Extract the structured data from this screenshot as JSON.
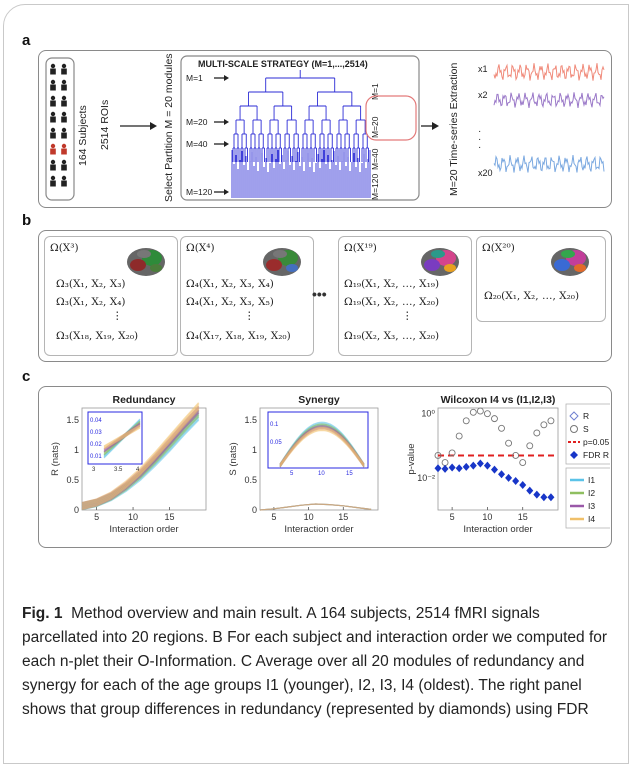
{
  "panel_a": {
    "label": "a",
    "subjects": "164 Subjects",
    "rois": "2514 ROIs",
    "select_partition": "Select Partition M = 20 modules",
    "strategy_title": "MULTI-SCALE STRATEGY  (M=1,...,2514)",
    "left_levels": [
      "M=1",
      "M=20",
      "M=40",
      "M=120"
    ],
    "right_levels": [
      "M=1",
      "M=20",
      "M=40",
      "M=120"
    ],
    "extraction": "M=20 Time-series Extraction",
    "series_labels": [
      "x1",
      "x2",
      "·",
      "·",
      "·",
      "x20"
    ]
  },
  "panel_b": {
    "label": "b",
    "boxes": [
      {
        "title": "Ω(X³)",
        "lines": [
          "Ω₃(X₁, X₂, X₃)",
          "Ω₃(X₁, X₂, X₄)",
          "⋮",
          "Ω₃(X₁₈, X₁₉, X₂₀)"
        ]
      },
      {
        "title": "Ω(X⁴)",
        "lines": [
          "Ω₄(X₁, X₂, X₃, X₄)",
          "Ω₄(X₁, X₂, X₃, X₅)",
          "⋮",
          "Ω₄(X₁₇, X₁₈, X₁₉, X₂₀)"
        ]
      },
      {
        "title": "Ω(X¹⁹)",
        "lines": [
          "Ω₁₉(X₁, X₂, …, X₁₉)",
          "Ω₁₉(X₁, X₂, …, X₂₀)",
          "⋮",
          "Ω₁₉(X₂, X₃, …, X₂₀)"
        ]
      },
      {
        "title": "Ω(X²⁰)",
        "lines": [
          "Ω₂₀(X₁, X₂, …, X₂₀)"
        ]
      }
    ],
    "ellipsis": "•••"
  },
  "panel_c": {
    "label": "c"
  },
  "chart_data": [
    {
      "type": "line",
      "title": "Redundancy",
      "xlabel": "Interaction order",
      "ylabel": "R (nats)",
      "xlim": [
        3,
        20
      ],
      "ylim": [
        0,
        1.7
      ],
      "xticks": [
        "5",
        "10",
        "15"
      ],
      "yticks": [
        "0",
        "0.5",
        "1",
        "1.5"
      ],
      "series": [
        {
          "name": "I1",
          "x": [
            3,
            5,
            7,
            9,
            11,
            13,
            15,
            17,
            19
          ],
          "values": [
            0.01,
            0.06,
            0.16,
            0.31,
            0.5,
            0.73,
            0.98,
            1.25,
            1.5
          ]
        },
        {
          "name": "I2",
          "x": [
            3,
            5,
            7,
            9,
            11,
            13,
            15,
            17,
            19
          ],
          "values": [
            0.012,
            0.065,
            0.17,
            0.33,
            0.53,
            0.77,
            1.03,
            1.3,
            1.56
          ]
        },
        {
          "name": "I3",
          "x": [
            3,
            5,
            7,
            9,
            11,
            13,
            15,
            17,
            19
          ],
          "values": [
            0.013,
            0.07,
            0.18,
            0.35,
            0.56,
            0.81,
            1.08,
            1.36,
            1.62
          ]
        },
        {
          "name": "I4",
          "x": [
            3,
            5,
            7,
            9,
            11,
            13,
            15,
            17,
            19
          ],
          "values": [
            0.014,
            0.075,
            0.19,
            0.37,
            0.59,
            0.85,
            1.13,
            1.41,
            1.68
          ]
        }
      ],
      "inset": {
        "xlim": [
          3,
          4
        ],
        "xticks": [
          "3",
          "3.5",
          "4"
        ],
        "yticks": [
          "0.01",
          "0.02",
          "0.03",
          "0.04"
        ],
        "ylim": [
          0.01,
          0.045
        ]
      }
    },
    {
      "type": "line",
      "title": "Synergy",
      "xlabel": "Interaction order",
      "ylabel": "S (nats)",
      "xlim": [
        3,
        20
      ],
      "ylim": [
        0,
        1.7
      ],
      "xticks": [
        "5",
        "10",
        "15"
      ],
      "yticks": [
        "0",
        "0.5",
        "1",
        "1.5"
      ],
      "series": [
        {
          "name": "I1",
          "x": [
            3,
            5,
            7,
            9,
            11,
            13,
            15,
            17,
            19
          ],
          "values": [
            0.0,
            0.02,
            0.05,
            0.08,
            0.1,
            0.09,
            0.07,
            0.04,
            0.01
          ]
        },
        {
          "name": "I2",
          "x": [
            3,
            5,
            7,
            9,
            11,
            13,
            15,
            17,
            19
          ],
          "values": [
            0.0,
            0.02,
            0.05,
            0.08,
            0.1,
            0.09,
            0.07,
            0.04,
            0.01
          ]
        },
        {
          "name": "I3",
          "x": [
            3,
            5,
            7,
            9,
            11,
            13,
            15,
            17,
            19
          ],
          "values": [
            0.0,
            0.02,
            0.05,
            0.08,
            0.1,
            0.09,
            0.07,
            0.04,
            0.01
          ]
        },
        {
          "name": "I4",
          "x": [
            3,
            5,
            7,
            9,
            11,
            13,
            15,
            17,
            19
          ],
          "values": [
            0.0,
            0.02,
            0.05,
            0.08,
            0.1,
            0.09,
            0.07,
            0.04,
            0.01
          ]
        }
      ],
      "inset": {
        "yticks": [
          "0.1",
          "0.05"
        ],
        "xticks": [
          "5",
          "10",
          "15"
        ],
        "ylim": [
          0,
          0.12
        ]
      }
    },
    {
      "type": "scatter",
      "title": "Wilcoxon I4 vs (I1,I2,I3)",
      "xlabel": "Interaction order",
      "ylabel": "p-value",
      "xlim": [
        3,
        20
      ],
      "ylog": true,
      "ylim": [
        0.001,
        1.5
      ],
      "xticks": [
        "5",
        "10",
        "15"
      ],
      "yticks": [
        "10⁰",
        "10⁻²"
      ],
      "threshold": 0.05,
      "series": [
        {
          "name": "R",
          "marker": "open-diamond",
          "x": [
            3,
            4,
            5,
            6,
            7,
            8,
            9,
            10,
            11,
            12,
            13,
            14,
            15,
            16,
            17,
            18,
            19
          ],
          "values": [
            0.02,
            0.019,
            0.021,
            0.02,
            0.022,
            0.024,
            0.028,
            0.024,
            0.018,
            0.013,
            0.01,
            0.008,
            0.006,
            0.004,
            0.003,
            0.0025,
            0.0025
          ]
        },
        {
          "name": "S",
          "marker": "open-circle",
          "x": [
            3,
            4,
            5,
            6,
            7,
            8,
            9,
            10,
            11,
            12,
            13,
            14,
            15,
            16,
            17,
            18,
            19
          ],
          "values": [
            0.05,
            0.03,
            0.06,
            0.2,
            0.6,
            1.1,
            1.2,
            1.0,
            0.7,
            0.35,
            0.12,
            0.05,
            0.03,
            0.1,
            0.25,
            0.45,
            0.6
          ]
        },
        {
          "name": "FDR R",
          "marker": "filled-diamond",
          "x": [
            3,
            4,
            5,
            6,
            7,
            8,
            9,
            10,
            11,
            12,
            13,
            14,
            15,
            16,
            17,
            18,
            19
          ],
          "values": [
            0.02,
            0.019,
            0.021,
            0.02,
            0.022,
            0.024,
            0.028,
            0.024,
            0.018,
            0.013,
            0.01,
            0.008,
            0.006,
            0.004,
            0.003,
            0.0025,
            0.0025
          ]
        }
      ],
      "legend": {
        "position": "top-right",
        "items": [
          "R",
          "S",
          "p=0.05",
          "FDR R"
        ]
      },
      "group_legend": [
        "I1",
        "I2",
        "I3",
        "I4"
      ]
    }
  ],
  "colors": {
    "I1": "#5bc3e8",
    "I2": "#8fbf60",
    "I3": "#9a58a8",
    "I4": "#f0c06a",
    "dendrogram": "#2b2bd6",
    "threshold": "#e02020",
    "fdr": "#1836c8"
  },
  "caption": {
    "label": "Fig. 1",
    "text": "Method overview and main result. A 164 subjects, 2514 fMRI signals parcellated into 20 regions. B For each subject and interaction order we computed for each n-plet their O-Information. C Average over all 20 modules of redundancy and synergy for each of the age groups I1 (younger), I2, I3, I4 (oldest). The right panel shows that group differences in redundancy (represented by diamonds) using FDR"
  }
}
